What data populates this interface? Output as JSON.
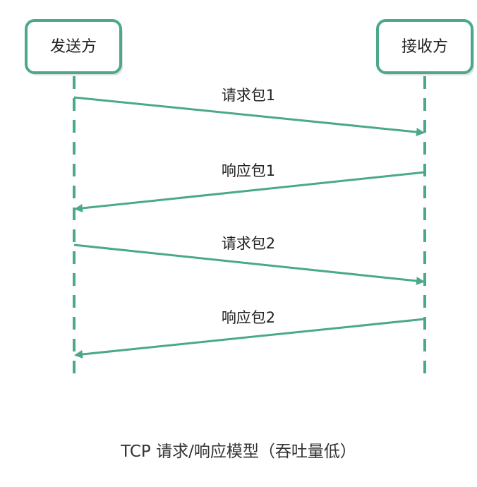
{
  "actors": {
    "sender": "发送方",
    "receiver": "接收方"
  },
  "messages": [
    {
      "label": "请求包1",
      "direction": "sender-to-receiver"
    },
    {
      "label": "响应包1",
      "direction": "receiver-to-sender"
    },
    {
      "label": "请求包2",
      "direction": "sender-to-receiver"
    },
    {
      "label": "响应包2",
      "direction": "receiver-to-sender"
    }
  ],
  "caption": "TCP 请求/响应模型（吞吐量低）",
  "colors": {
    "accent": "#4aa98a",
    "text": "#222222"
  }
}
